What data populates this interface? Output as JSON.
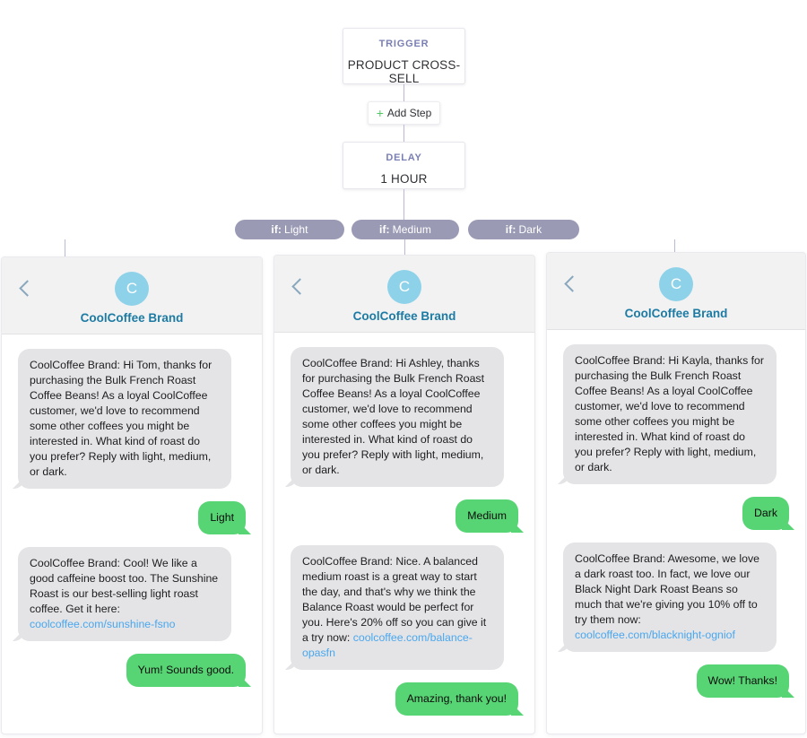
{
  "flow": {
    "trigger": {
      "kicker": "TRIGGER",
      "title": "PRODUCT CROSS-SELL"
    },
    "add_step": {
      "label": "Add Step",
      "plus": "+"
    },
    "delay": {
      "kicker": "DELAY",
      "title": "1 HOUR"
    },
    "branches": [
      {
        "prefix": "if:",
        "label": "Light"
      },
      {
        "prefix": "if:",
        "label": "Medium"
      },
      {
        "prefix": "if:",
        "label": "Dark"
      }
    ]
  },
  "panels": [
    {
      "brand": "CoolCoffee Brand",
      "avatar_initial": "C",
      "messages": [
        {
          "dir": "in",
          "text": "CoolCoffee Brand: Hi Tom, thanks for purchasing the Bulk French Roast Coffee Beans! As a loyal CoolCoffee customer, we'd love to recommend some other coffees you might be interested in. What kind of roast do you prefer? Reply with light, medium, or dark."
        },
        {
          "dir": "out",
          "text": "Light"
        },
        {
          "dir": "in",
          "text": "CoolCoffee Brand: Cool! We like a good caffeine boost too. The Sunshine Roast is our best-selling light roast coffee. Get it here: ",
          "link": "coolcoffee.com/sunshine-fsno"
        },
        {
          "dir": "out",
          "text": "Yum! Sounds good."
        }
      ]
    },
    {
      "brand": "CoolCoffee Brand",
      "avatar_initial": "C",
      "messages": [
        {
          "dir": "in",
          "text": "CoolCoffee Brand: Hi Ashley, thanks for purchasing the Bulk French Roast Coffee Beans! As a loyal CoolCoffee customer, we'd love to recommend some other coffees you might be interested in. What kind of roast do you prefer? Reply with light, medium, or dark."
        },
        {
          "dir": "out",
          "text": "Medium"
        },
        {
          "dir": "in",
          "text": "CoolCoffee Brand: Nice. A balanced medium roast is a great way to start the day, and that's why we think the Balance Roast would be perfect for you. Here's 20% off so you can give it a try now: ",
          "link": "coolcoffee.com/balance-opasfn"
        },
        {
          "dir": "out",
          "text": "Amazing, thank you!"
        }
      ]
    },
    {
      "brand": "CoolCoffee Brand",
      "avatar_initial": "C",
      "messages": [
        {
          "dir": "in",
          "text": "CoolCoffee Brand: Hi Kayla, thanks for purchasing the Bulk French Roast Coffee Beans! As a loyal CoolCoffee customer, we'd love to recommend some other coffees you might be interested in. What kind of roast do you prefer? Reply with light, medium, or dark."
        },
        {
          "dir": "out",
          "text": "Dark"
        },
        {
          "dir": "in",
          "text": "CoolCoffee Brand: Awesome, we love a dark roast too. In fact, we love our Black Night Dark Roast Beans so much that we're giving you 10% off to try them now: ",
          "link": "coolcoffee.com/blacknight-ogniof"
        },
        {
          "dir": "out",
          "text": "Wow! Thanks!"
        }
      ]
    }
  ],
  "colors": {
    "pill_bg": "#9a9ab5",
    "kicker": "#7a7fb3",
    "avatar": "#8ed2e9",
    "brand_text": "#1d7ba3",
    "bubble_in": "#e4e4e6",
    "bubble_out": "#57d473",
    "link": "#49a7ef",
    "plus": "#4fca63",
    "connector": "#b9bbd6"
  }
}
